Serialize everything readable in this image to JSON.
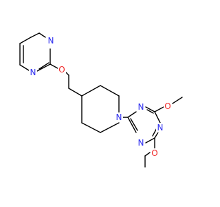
{
  "diagram": {
    "type": "chemical-structure",
    "colors": {
      "bond": "#000000",
      "nitrogen": "#3030f0",
      "oxygen": "#f02a2a",
      "background": "#ffffff"
    },
    "atom_labels": {
      "pyrimidine_n1": "N",
      "pyrimidine_n3": "N",
      "ether_o": "O",
      "piperidine_n": "N",
      "triazine_n1": "N",
      "triazine_n3": "N",
      "triazine_n5": "N",
      "methoxy_o_top": "O",
      "methoxy_o_bottom": "O"
    }
  }
}
